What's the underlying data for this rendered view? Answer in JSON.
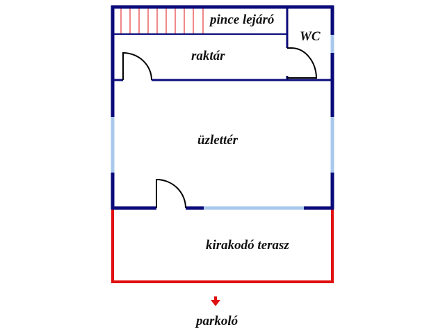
{
  "rooms": {
    "stairs": "pince lejáró",
    "wc": "WC",
    "storage": "raktár",
    "shop": "üzlettér",
    "terrace": "kirakodó terasz"
  },
  "parking": {
    "label": "parkoló",
    "icon": "arrow-down-icon"
  },
  "colors": {
    "wall": "#0a0a7a",
    "window": "#a9c8ec",
    "terrace": "#e01010",
    "stairs": "#e01010",
    "door": "#000000"
  }
}
